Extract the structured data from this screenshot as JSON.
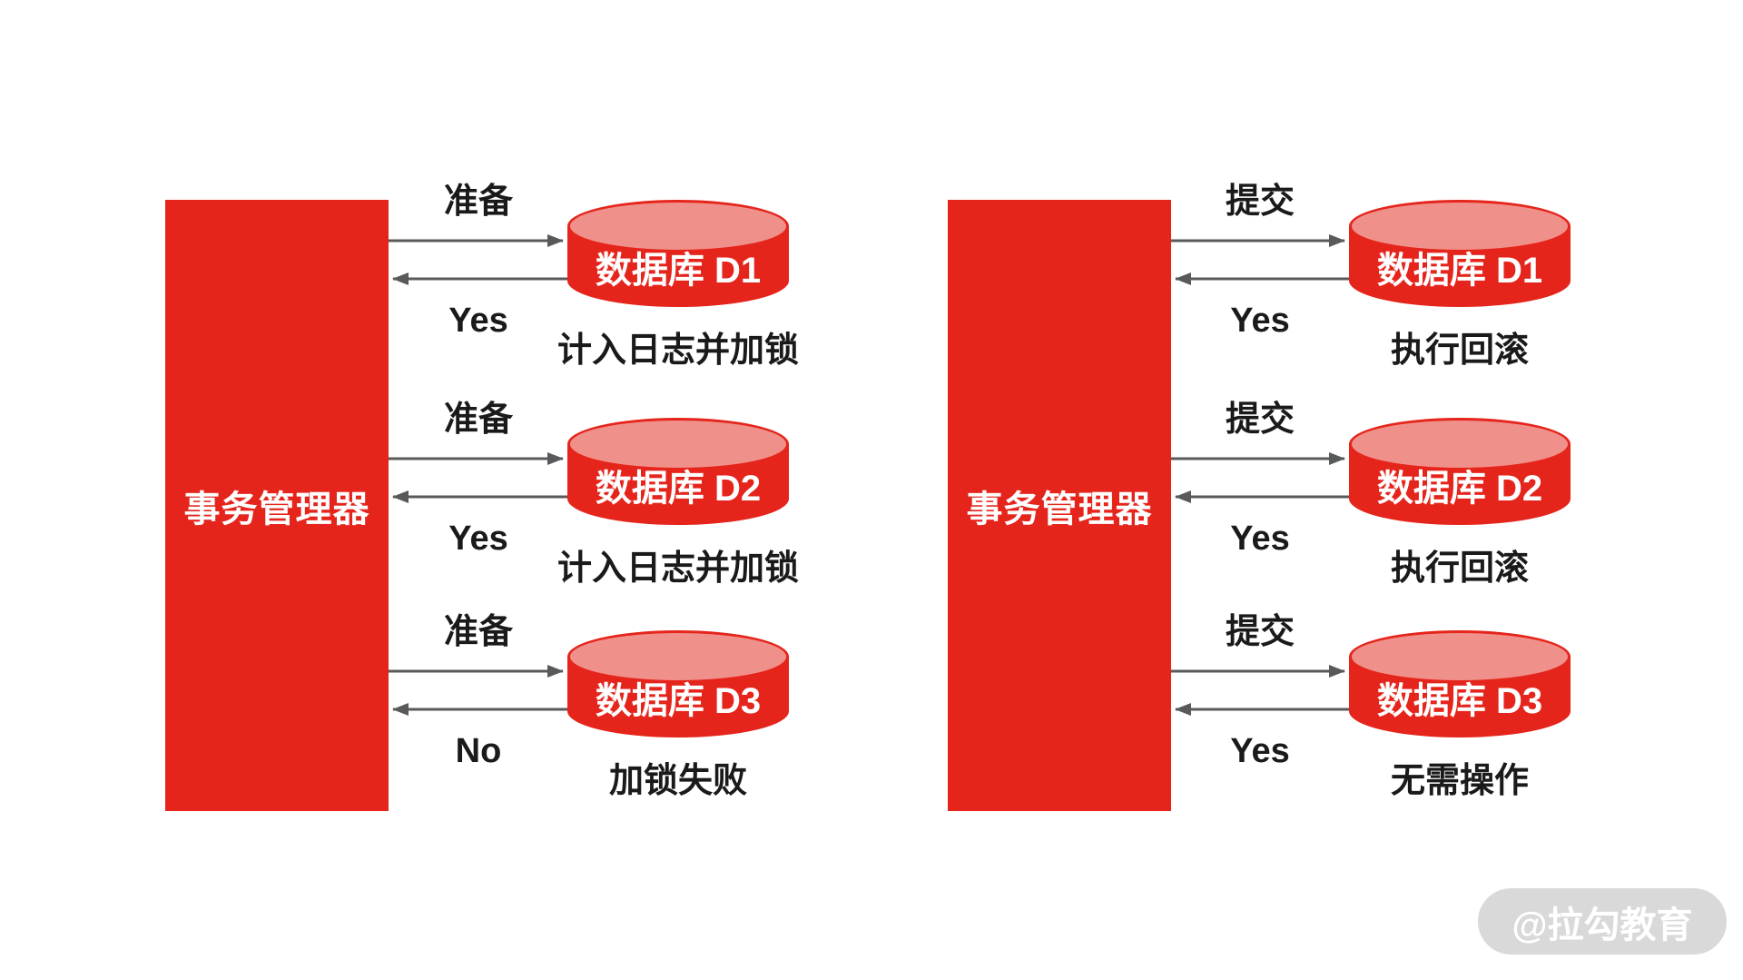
{
  "diagram": {
    "description": "two-phase-commit",
    "background": "#ffffff"
  },
  "colors": {
    "primary_red": "#e5251c",
    "cylinder_top_red": "#f0908a",
    "arrow_gray": "#58595b",
    "label_text": "#1a1a1a",
    "watermark_bg": "#d9d9d9",
    "watermark_text": "#ffffff"
  },
  "panels": [
    {
      "manager_label": "事务管理器",
      "rows": [
        {
          "request": "准备",
          "response": "Yes",
          "db": "数据库 D1",
          "caption": "计入日志并加锁"
        },
        {
          "request": "准备",
          "response": "Yes",
          "db": "数据库 D2",
          "caption": "计入日志并加锁"
        },
        {
          "request": "准备",
          "response": "No",
          "db": "数据库 D3",
          "caption": "加锁失败"
        }
      ]
    },
    {
      "manager_label": "事务管理器",
      "rows": [
        {
          "request": "提交",
          "response": "Yes",
          "db": "数据库 D1",
          "caption": "执行回滚"
        },
        {
          "request": "提交",
          "response": "Yes",
          "db": "数据库 D2",
          "caption": "执行回滚"
        },
        {
          "request": "提交",
          "response": "Yes",
          "db": "数据库 D3",
          "caption": "无需操作"
        }
      ]
    }
  ],
  "watermark": {
    "label": "@拉勾教育"
  }
}
